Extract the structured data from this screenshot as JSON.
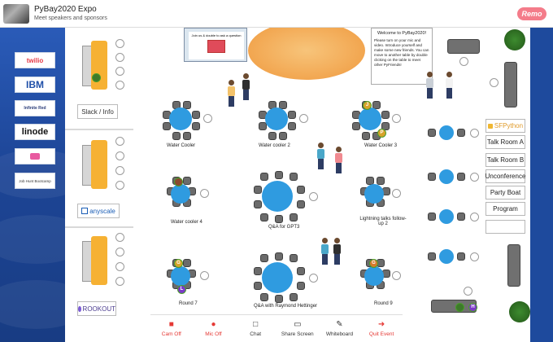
{
  "header": {
    "title": "PyBay2020 Expo",
    "subtitle": "Meet speakers and sponsors",
    "brand": "Remo"
  },
  "sponsors": [
    "twilio",
    "IBM",
    "Infinite Red",
    "linode",
    "",
    "Job Hunt Bootcamp"
  ],
  "booths": [
    "Slack / Info",
    "anyscale",
    "ROOKOUT"
  ],
  "tables": [
    {
      "label": "Water Cooler"
    },
    {
      "label": "Water cooler 2"
    },
    {
      "label": "Water Cooler 3"
    },
    {
      "label": "Water cooler 4"
    },
    {
      "label": "Q&A for GPT3"
    },
    {
      "label": "Lightning talks follow-up 2"
    },
    {
      "label": "Round 7"
    },
    {
      "label": "Q&A with Raymond Hettinger"
    },
    {
      "label": "Round 9"
    }
  ],
  "avatars": [
    "J",
    "P",
    "G",
    "L",
    "G",
    "H"
  ],
  "rooms": [
    "SFPython",
    "Talk Room A",
    "Talk Room B",
    "Unconference",
    "Party Boat",
    "Program"
  ],
  "welcome": {
    "title": "Welcome to PyBay2020!",
    "text": "Please turn on your mic and video. Introduce yourself and make some new friends. You can move to another table by double clicking on the table to meet other PyFriends!"
  },
  "poster": {
    "text": "Join us & double to ask a question"
  },
  "toolbar": [
    {
      "label": "Cam Off",
      "icon": "camera-off-icon",
      "color": "#e53935"
    },
    {
      "label": "Mic Off",
      "icon": "mic-off-icon",
      "color": "#e53935"
    },
    {
      "label": "Chat",
      "icon": "chat-icon",
      "color": "#333333"
    },
    {
      "label": "Share Screen",
      "icon": "share-screen-icon",
      "color": "#333333"
    },
    {
      "label": "Whiteboard",
      "icon": "whiteboard-icon",
      "color": "#333333"
    },
    {
      "label": "Quit Event",
      "icon": "quit-icon",
      "color": "#e53935"
    }
  ],
  "colors": {
    "table": "#2f9be0",
    "accent": "#f47c8a",
    "danger": "#e53935"
  }
}
